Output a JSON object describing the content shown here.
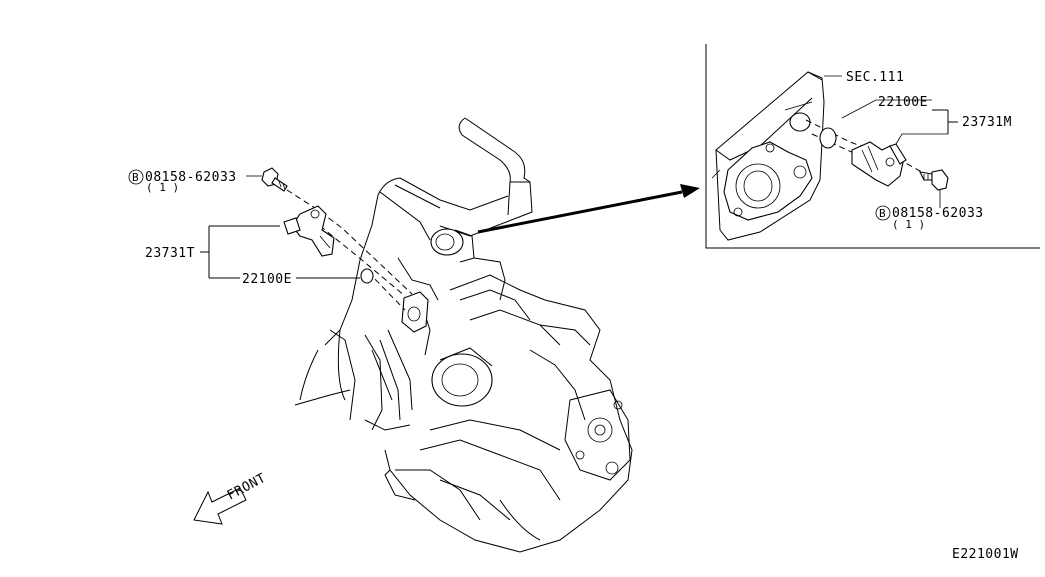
{
  "labels": {
    "bolt_left_part": "08158-62033",
    "bolt_left_qty": "( 1 )",
    "sensor_left": "23731T",
    "oring_left": "22100E",
    "section_ref": "SEC.111",
    "oring_right": "22100E",
    "sensor_right": "23731M",
    "bolt_right_part": "08158-62033",
    "bolt_right_qty": "( 1 )",
    "bolt_symbol": "B",
    "front": "FRONT",
    "diagram_code": "E221001W"
  }
}
